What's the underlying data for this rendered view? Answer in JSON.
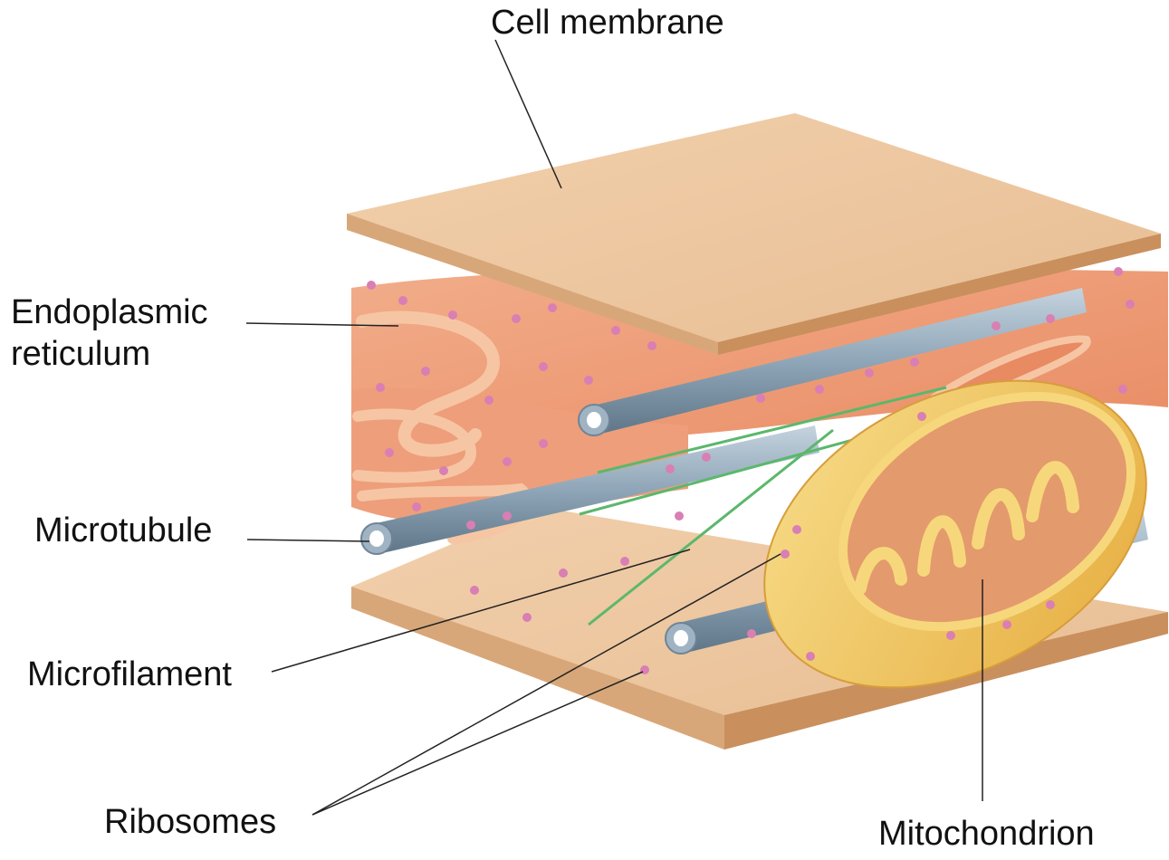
{
  "labels": {
    "cell_membrane": "Cell membrane",
    "endoplasmic_reticulum_line1": "Endoplasmic",
    "endoplasmic_reticulum_line2": "reticulum",
    "microtubule": "Microtubule",
    "microfilament": "Microfilament",
    "ribosomes": "Ribosomes",
    "mitochondrion": "Mitochondrion"
  },
  "colors": {
    "membrane": "#eec79f",
    "membrane_side": "#c98f5d",
    "er": "#ef9a75",
    "er_lumen": "#f6c6a4",
    "microtubule": "#8fa6b8",
    "microfilament": "#5bb86b",
    "ribosome": "#d97fb3",
    "mito_outer": "#f3c65e",
    "mito_inner": "#e39a6c",
    "leader_line": "#222222"
  }
}
